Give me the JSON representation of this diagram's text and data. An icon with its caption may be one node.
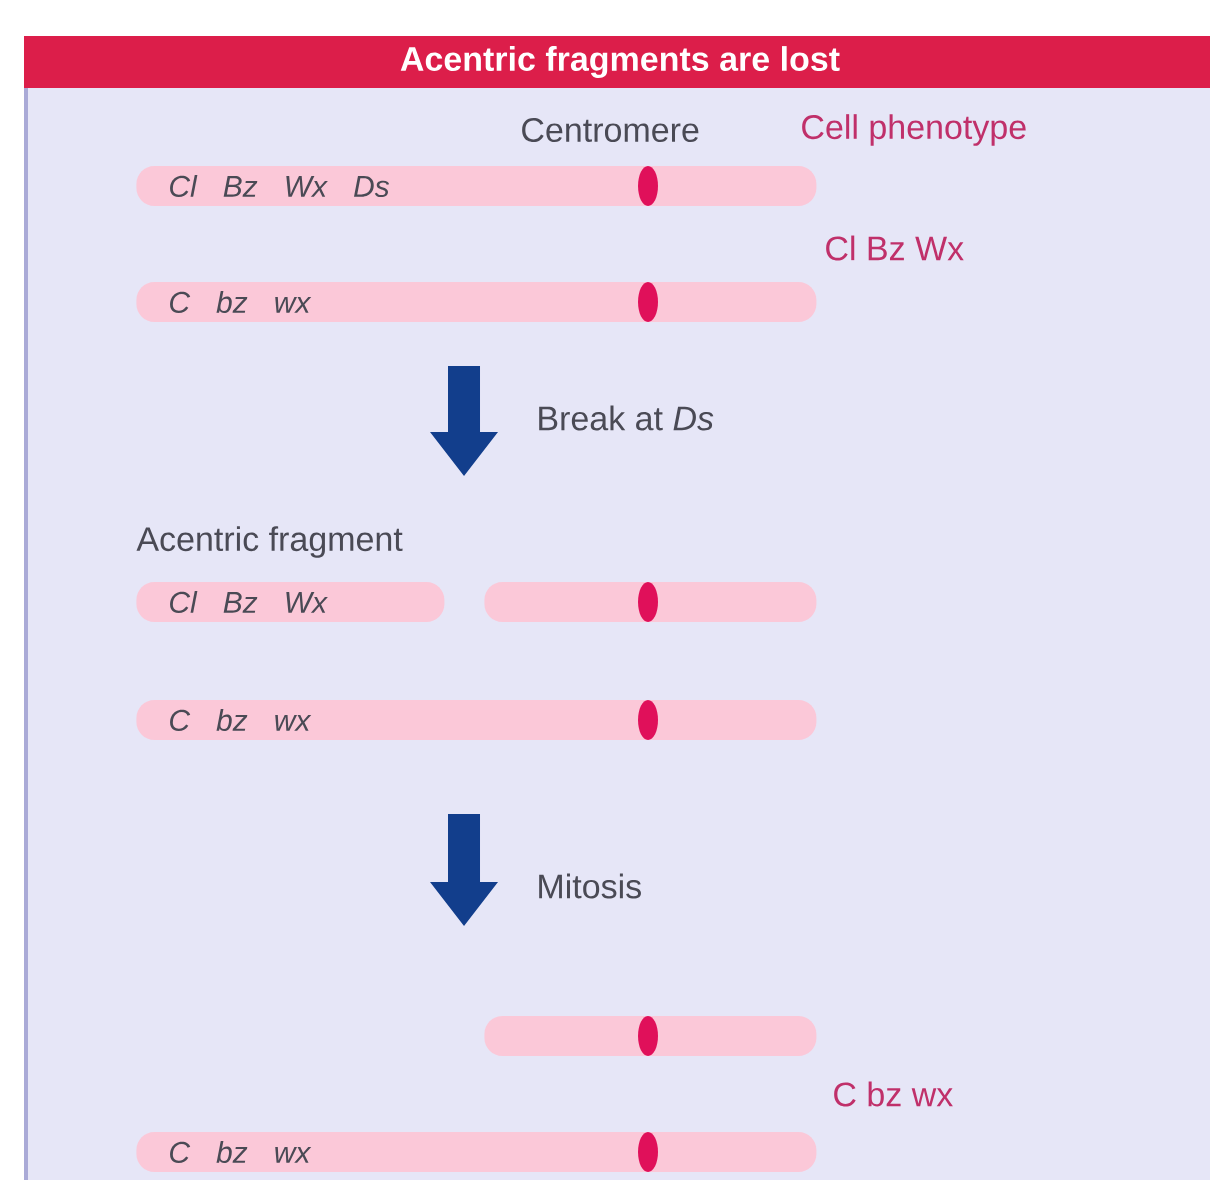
{
  "diagram": {
    "title": "Acentric fragments are lost",
    "nodes": [
      {
        "text": [
          "Cl Bz Wx Ds"
        ]
      },
      {
        "text": [
          "C bz wx"
        ]
      },
      {
        "text": [
          "Cl Bz Wx"
        ]
      },
      {
        "text": [],
        "shape": "bar"
      },
      {
        "text": [
          "C bz wx"
        ]
      },
      {
        "text": [],
        "shape": "bar"
      },
      {
        "text": [
          "C bz wx"
        ]
      }
    ],
    "edges": [],
    "labels": [
      "Centromere",
      "Cell phenotype",
      "Cl Bz Wx",
      "Break at *Ds*",
      "Acentric fragment",
      "Mitosis",
      "C bz wx"
    ]
  }
}
